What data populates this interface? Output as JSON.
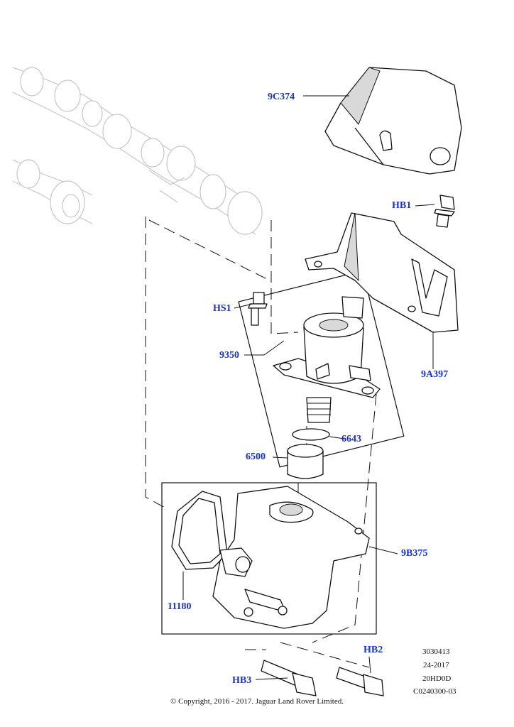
{
  "callouts": {
    "c9C374": "9C374",
    "cHB1": "HB1",
    "cHS1": "HS1",
    "c9350": "9350",
    "c9A397": "9A397",
    "c6643": "6643",
    "c6500": "6500",
    "c9B375": "9B375",
    "c11180": "11180",
    "cHB2": "HB2",
    "cHB3": "HB3"
  },
  "reference": {
    "line1": "3030413",
    "line2": "24-2017",
    "line3": "20HD0D",
    "line4": "C0240300-03"
  },
  "copyright": "© Copyright, 2016 - 2017. Jaguar Land Rover Limited.",
  "colors": {
    "callout": "#1a33c8",
    "line": "#111111",
    "ghost": "#c6c6c6"
  }
}
